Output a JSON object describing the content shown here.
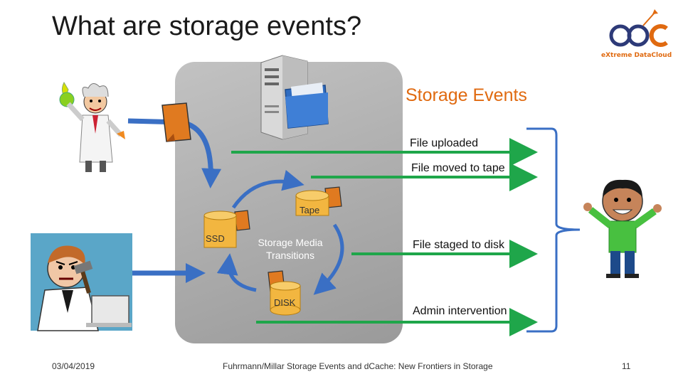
{
  "slide": {
    "title": "What are storage events?",
    "logo_text": "eXtreme DataCloud",
    "events_heading": "Storage Events",
    "events": [
      {
        "label": "File uploaded"
      },
      {
        "label": "File moved to tape"
      },
      {
        "label": "File staged to disk"
      },
      {
        "label": "Admin intervention"
      }
    ],
    "tiers": {
      "ssd": "SSD",
      "tape": "Tape",
      "disk": "DISK",
      "center_label": "Storage Media Transitions"
    },
    "footer": {
      "date": "03/04/2019",
      "text": "Fuhrmann/Millar Storage Events and dCache: New Frontiers in Storage",
      "page": "11"
    },
    "colors": {
      "accent": "#e06a10",
      "event_arrow": "#1fa64a",
      "flow_arrow": "#3a6fc4",
      "panel": "#aaaaaa"
    }
  }
}
